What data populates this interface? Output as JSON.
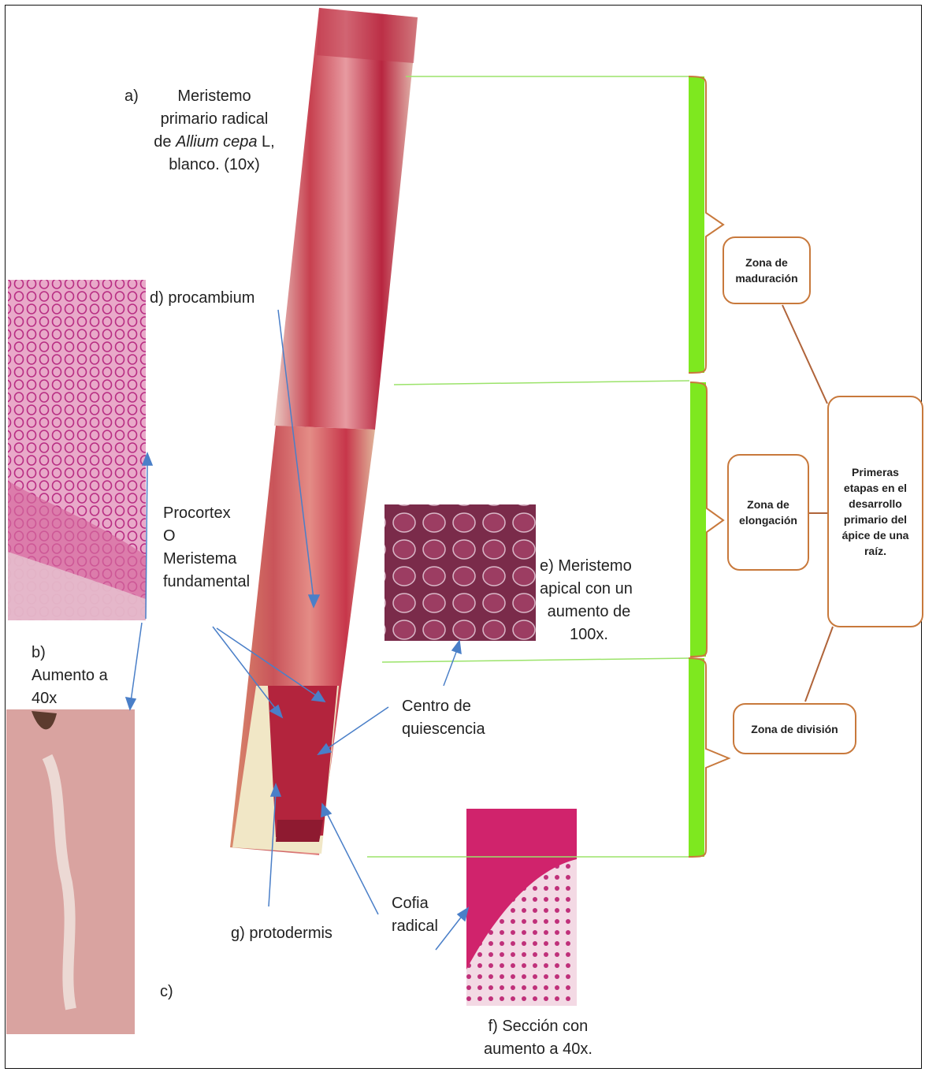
{
  "labels": {
    "a_letter": "a)",
    "a_text": [
      "Meristemo",
      "primario radical",
      "de Allium cepa L,",
      "blanco. (10x)"
    ],
    "a_species": "Allium cepa",
    "d_procambium": "d) procambium",
    "procortex": [
      "Procortex",
      "O",
      "Meristema",
      "fundamental"
    ],
    "b_text": [
      "b)",
      "Aumento a",
      "40x"
    ],
    "c_letter": "c)",
    "e_text": [
      "e) Meristemo",
      "apical con un",
      "aumento de",
      "100x."
    ],
    "quiescencia": [
      "Centro de",
      "quiescencia"
    ],
    "cofia": [
      "Cofia",
      "radical"
    ],
    "g_protodermis": "g) protodermis",
    "f_text": [
      "f) Sección con",
      "aumento a 40x."
    ]
  },
  "boxes": {
    "maduracion": "Zona de maduración",
    "elongacion": "Zona de elongación",
    "division": "Zona de división",
    "primeras": "Primeras etapas en el desarrollo primario del ápice de una raíz."
  },
  "colors": {
    "bracket_fill": "#7ee81f",
    "bracket_edge": "#c8793c",
    "box_border": "#c8793c",
    "arrow": "#4a7fc8",
    "tissue_dark": "#b8253f",
    "tissue_light": "#e7a8ae"
  }
}
